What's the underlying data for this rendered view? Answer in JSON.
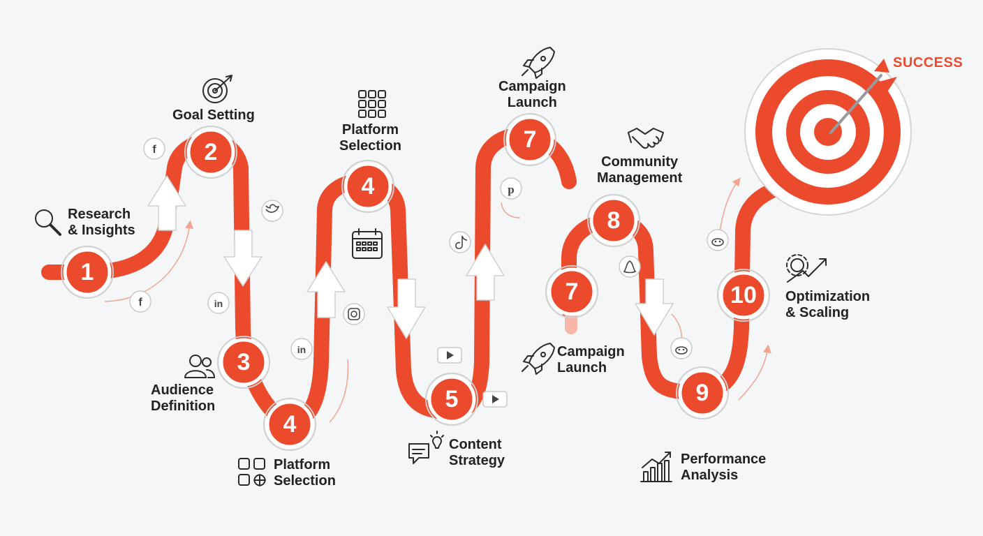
{
  "colors": {
    "accent": "#ec4a2c",
    "background": "#f4f6f8",
    "text": "#222222"
  },
  "success_label": "SUCCESS",
  "steps": [
    {
      "num": "1",
      "label": ""
    },
    {
      "num": "2",
      "label": "Goal Setting"
    },
    {
      "num": "3",
      "label": "Audience Definition"
    },
    {
      "num": "4",
      "label": "Platform Selection"
    },
    {
      "num": "4",
      "label": "Platform Selection"
    },
    {
      "num": "5",
      "label": "Content Strategy"
    },
    {
      "num": "7",
      "label": "Campaign Launch"
    },
    {
      "num": "7",
      "label": "Campaign Launch"
    },
    {
      "num": "8",
      "label": "Community Management"
    },
    {
      "num": "9",
      "label": "Performance Analysis"
    },
    {
      "num": "10",
      "label": "Optimization & Scaling"
    }
  ],
  "labels": {
    "research_1": "Research",
    "research_2": "& Insights",
    "goal": "Goal Setting",
    "audience_1": "Audience",
    "audience_2": "Definition",
    "platform_top_1": "Platform",
    "platform_top_2": "Selection",
    "platform_bottom_1": "Platform",
    "platform_bottom_2": "Selection",
    "content_1": "Content",
    "content_2": "Strategy",
    "launch_top_1": "Campaign",
    "launch_top_2": "Launch",
    "launch_mid_1": "Campaign",
    "launch_mid_2": "Launch",
    "community_1": "Community",
    "community_2": "Management",
    "performance_1": "Performance",
    "performance_2": "Analysis",
    "optimization_1": "Optimization",
    "optimization_2": "& Scaling"
  },
  "icons": [
    "magnifier-icon",
    "target-icon",
    "app-grid-icon",
    "rocket-icon",
    "handshake-icon",
    "users-icon",
    "social-grid-icon",
    "chat-bulb-icon",
    "growth-chart-icon",
    "gear-arrow-icon",
    "calendar-icon",
    "facebook-icon",
    "twitter-icon",
    "linkedin-icon",
    "instagram-icon",
    "youtube-icon",
    "tiktok-icon",
    "pinterest-icon",
    "snapchat-icon",
    "reddit-icon"
  ]
}
